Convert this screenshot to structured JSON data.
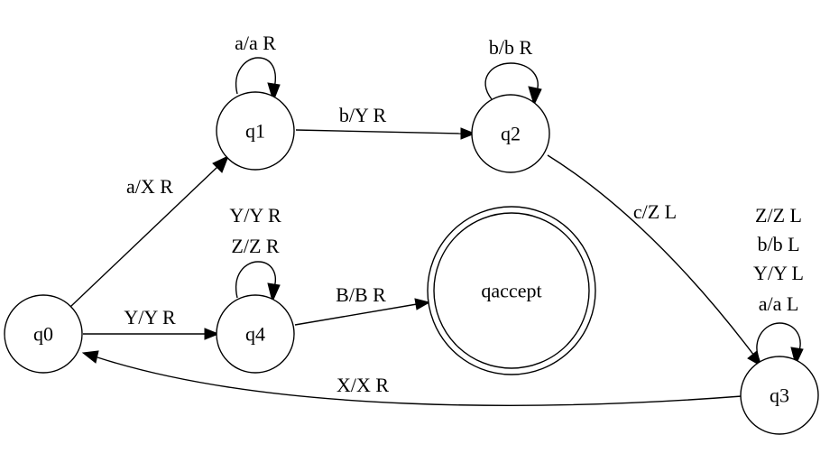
{
  "states": {
    "q0": "q0",
    "q1": "q1",
    "q2": "q2",
    "q3": "q3",
    "q4": "q4",
    "qaccept": "qaccept"
  },
  "transitions": {
    "q0_q1": "a/X R",
    "q1_q1": "a/a R",
    "q1_q2": "b/Y R",
    "q2_q2": "b/b R",
    "q2_q3": "c/Z L",
    "q3_q3": [
      "Z/Z L",
      "b/b L",
      "Y/Y L",
      "a/a L"
    ],
    "q3_q0": "X/X R",
    "q0_q4": "Y/Y R",
    "q4_q4": [
      "Y/Y R",
      "Z/Z R"
    ],
    "q4_qaccept": "B/B R"
  }
}
